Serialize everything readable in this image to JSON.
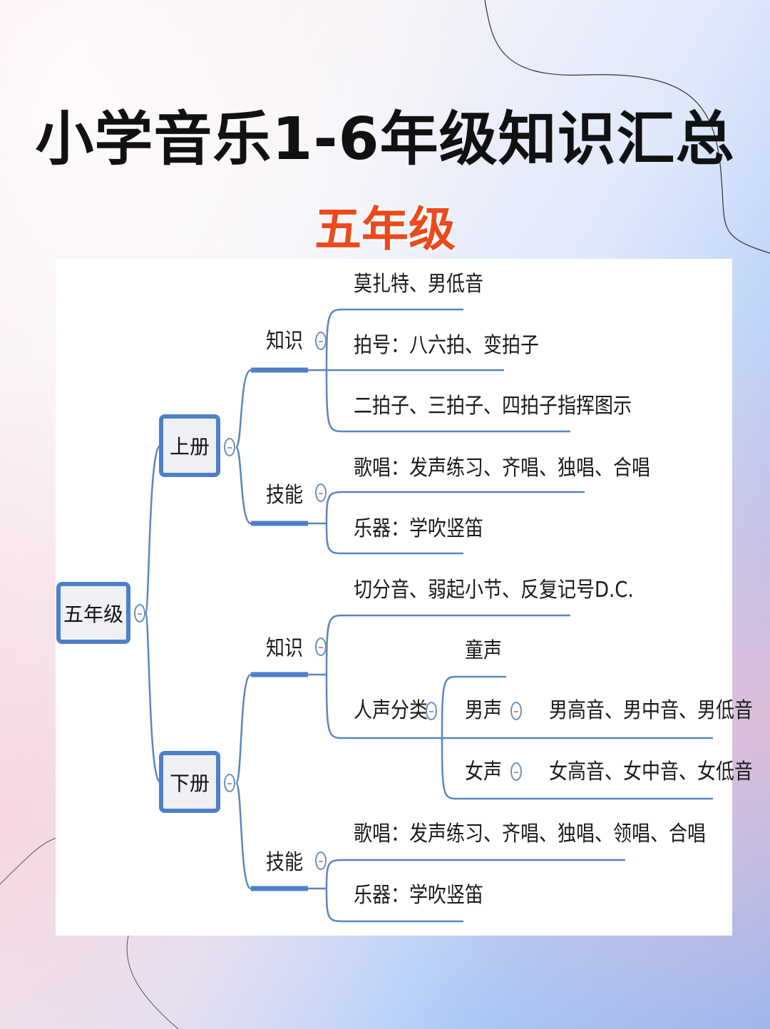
{
  "title": "小学音乐1-6年级知识汇总",
  "subtitle": "五年级",
  "mindmap": {
    "root": "五年级",
    "volume1": {
      "label": "上册",
      "knowledge": {
        "label": "知识",
        "items": [
          "莫扎特、男低音",
          "拍号：八六拍、变拍子",
          "二拍子、三拍子、四拍子指挥图示"
        ]
      },
      "skills": {
        "label": "技能",
        "items": [
          "歌唱：发声练习、齐唱、独唱、合唱",
          "乐器：学吹竖笛"
        ]
      }
    },
    "volume2": {
      "label": "下册",
      "knowledge": {
        "label": "知识",
        "item1": "切分音、弱起小节、反复记号D.C.",
        "voice": {
          "label": "人声分类",
          "child": "童声",
          "male": {
            "label": "男声",
            "detail": "男高音、男中音、男低音"
          },
          "female": {
            "label": "女声",
            "detail": "女高音、女中音、女低音"
          }
        }
      },
      "skills": {
        "label": "技能",
        "items": [
          "歌唱：发声练习、齐唱、独唱、领唱、合唱",
          "乐器：学吹竖笛"
        ]
      }
    }
  },
  "colors": {
    "line": "#5b86bd",
    "node_border": "#4d80c9",
    "subtitle": "#ec4a1c"
  }
}
